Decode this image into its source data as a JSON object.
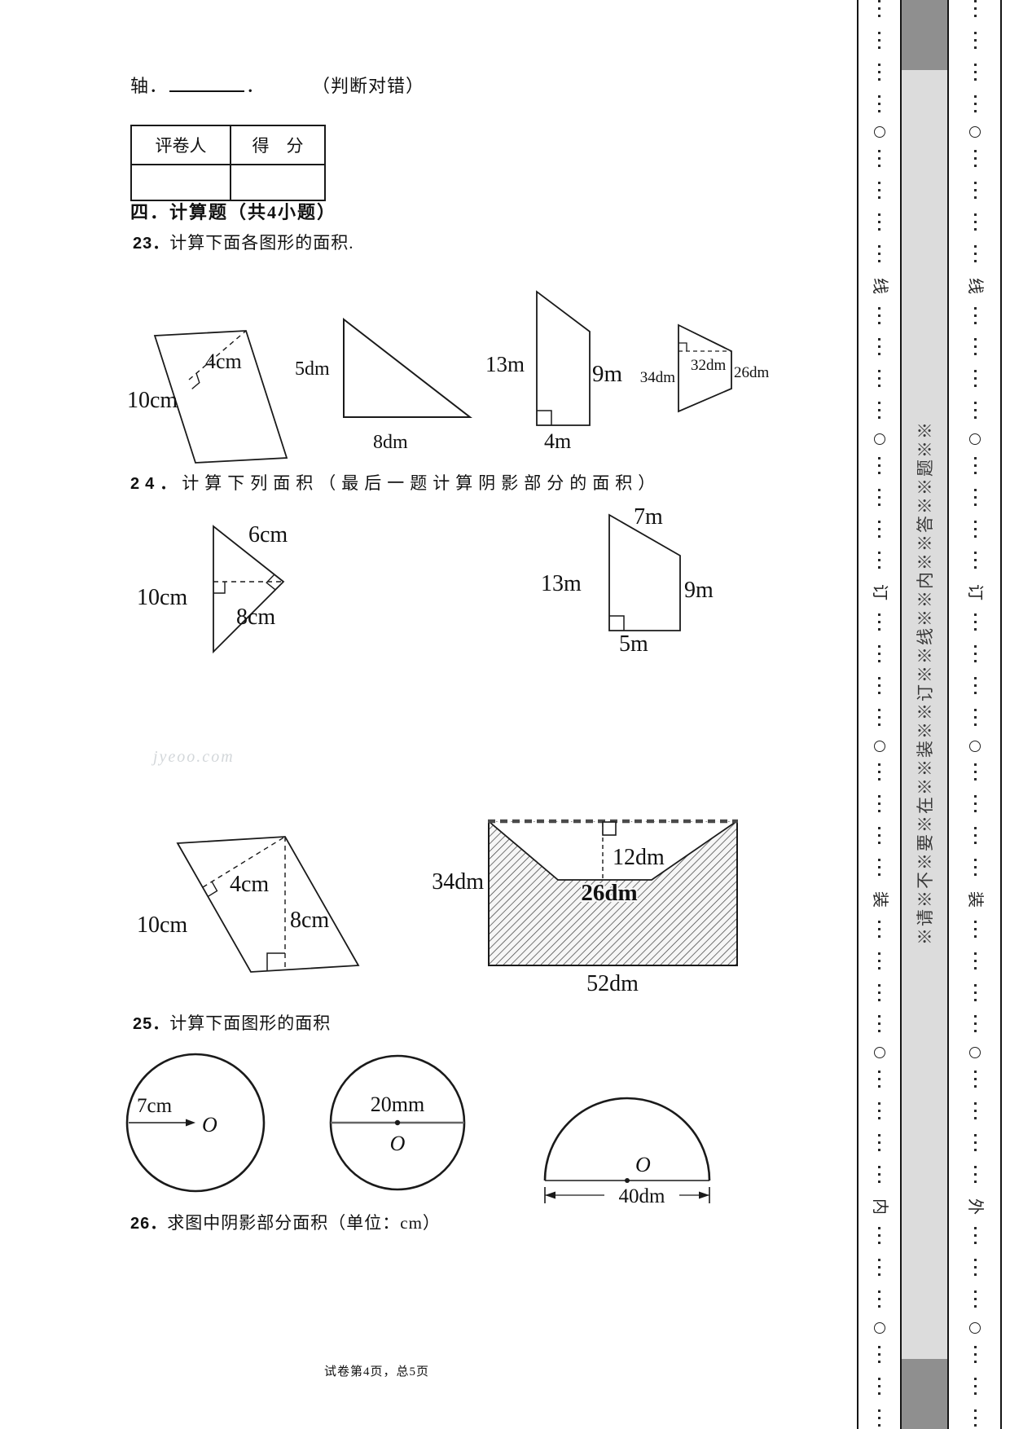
{
  "document": {
    "judgment_line": {
      "lead": "轴．",
      "tail": "．",
      "note": "（判断对错）"
    },
    "score_table": {
      "col1": "评卷人",
      "col2": "得　分"
    },
    "section4_heading": "四．计算题（共4小题）",
    "q23_num": "23．",
    "q23_text": "计算下面各图形的面积.",
    "q24_num": "24．",
    "q24_text": "计算下列面积（最后一题计算阴影部分的面积）",
    "q25_num": "25．",
    "q25_text": "计算下面图形的面积",
    "q26_num": "26．",
    "q26_text": "求图中阴影部分面积（单位：cm）",
    "watermark": "jyeoo.com",
    "footer": "试卷第4页，总5页"
  },
  "figures": {
    "q23": {
      "p1": {
        "height": "4cm",
        "side": "10cm"
      },
      "t1": {
        "left": "5dm",
        "base": "8dm"
      },
      "q1": {
        "left": "13m",
        "right": "9m",
        "base": "4m"
      },
      "z1": {
        "left": "34dm",
        "top": "32dm",
        "right": "26dm"
      }
    },
    "q24": {
      "t2": {
        "top": "6cm",
        "left": "10cm",
        "bottom": "8cm"
      },
      "z2": {
        "top": "7m",
        "left": "13m",
        "right": "9m",
        "base": "5m"
      },
      "p2": {
        "height1": "4cm",
        "side": "10cm",
        "height2": "8cm"
      },
      "env": {
        "left": "34dm",
        "notch_height": "12dm",
        "notch_base": "26dm",
        "base": "52dm"
      }
    },
    "q25": {
      "c1": {
        "radius": "7cm",
        "center": "O"
      },
      "c2": {
        "diameter": "20mm",
        "center": "O"
      },
      "s1": {
        "diameter": "40dm",
        "center": "O"
      }
    }
  },
  "binding": {
    "notice": "※请※不※要※在※※装※※订※※线※※内※※答※※题※※",
    "columns": [
      {
        "chars": [
          "线",
          "订",
          "装",
          "内"
        ]
      },
      {
        "chars": [
          "线",
          "订",
          "装",
          "外"
        ]
      }
    ],
    "colors": {
      "bar_light": "#dcdcdc",
      "bar_dark": "#8f8f8f",
      "line": "#151515"
    }
  }
}
